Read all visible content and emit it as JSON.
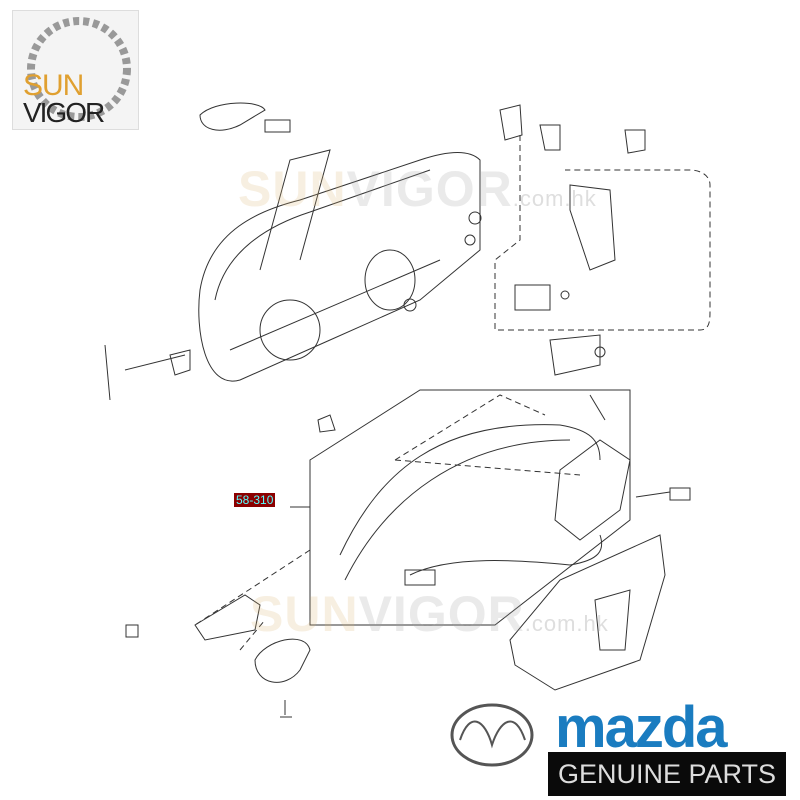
{
  "logo": {
    "sun": "SUN",
    "vigor": "VIGOR"
  },
  "watermark": {
    "sun": "SUN",
    "vigor": "VIGOR",
    "suffix": ".com.hk"
  },
  "callout": {
    "part_number": "58-310"
  },
  "brand": {
    "name": "mazda",
    "tagline": "GENUINE PARTS",
    "color": "#1a7cc0"
  }
}
